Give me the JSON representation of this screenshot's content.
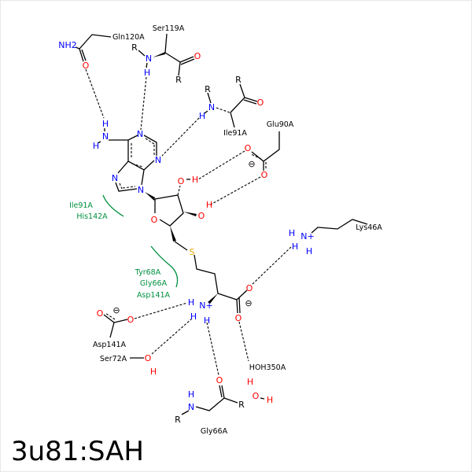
{
  "title": "3u81:SAH",
  "residues": {
    "gln120": "Gln120A",
    "ser119": "Ser119A",
    "ile91": "Ile91A",
    "glu90": "Glu90A",
    "lys46": "Lys46A",
    "asp141": "Asp141A",
    "ser72": "Ser72A",
    "hoh350": "HOH350A",
    "gly66": "Gly66A"
  },
  "hydrophobic": {
    "group1": [
      "Ile91A",
      "His142A"
    ],
    "group2": [
      "Tyr68A",
      "Gly66A",
      "Asp141A"
    ]
  },
  "atoms": {
    "N": "N",
    "O": "O",
    "H": "H",
    "S": "S",
    "R": "R",
    "NH2": "NH2",
    "Nplus": "N+",
    "minus": "⊖"
  },
  "colors": {
    "nitrogen": "#0000ff",
    "oxygen": "#ff0000",
    "sulfur": "#e8a800",
    "hydrophobic": "#009040"
  }
}
